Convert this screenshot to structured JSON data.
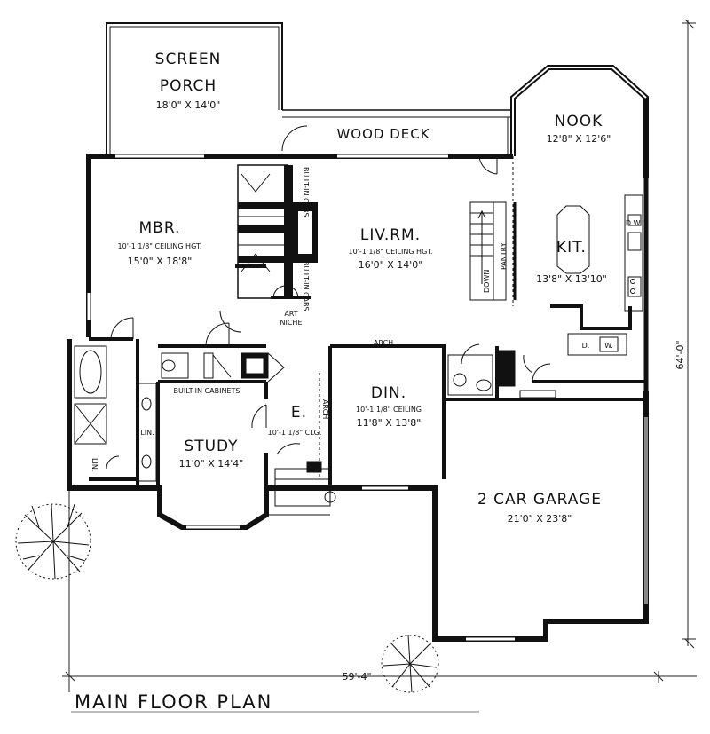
{
  "title": "MAIN FLOOR PLAN",
  "overall_dimensions": {
    "width": "59'-4\"",
    "depth": "64'-0\""
  },
  "rooms": {
    "screen_porch": {
      "name_line1": "SCREEN",
      "name_line2": "PORCH",
      "size": "18'0\" X 14'0\""
    },
    "wood_deck": {
      "name": "WOOD DECK"
    },
    "nook": {
      "name": "NOOK",
      "size": "12'8\" X 12'6\""
    },
    "master_bedroom": {
      "name": "MBR.",
      "ceiling": "10'-1 1/8\" CEILING HGT.",
      "size": "15'0\" X 18'8\""
    },
    "living_room": {
      "name": "LIV.RM.",
      "ceiling": "10'-1 1/8\" CEILING HGT.",
      "size": "16'0\" X 14'0\""
    },
    "kitchen": {
      "name": "KIT.",
      "size": "13'8\" X 13'10\""
    },
    "dining": {
      "name": "DIN.",
      "ceiling": "10'-1 1/8\" CEILING",
      "size": "11'8\" X 13'8\""
    },
    "entry": {
      "name": "E.",
      "ceiling": "10'-1 1/8\" CLG."
    },
    "study": {
      "name": "STUDY",
      "size": "11'0\" X 14'4\""
    },
    "garage": {
      "name": "2 CAR GARAGE",
      "size": "21'0\" X 23'8\""
    }
  },
  "labels": {
    "built_in_cabs_upper": "BUILT-IN CABS",
    "built_in_cabs_lower": "BUILT-IN CABS",
    "art_niche_line1": "ART",
    "art_niche_line2": "NICHE",
    "pantry": "PANTRY",
    "stair_down": "DOWN",
    "arch_dining": "ARCH",
    "arch_entry": "ARCH",
    "built_in_cabinets": "BUILT-IN CABINETS",
    "linen_1": "LIN.",
    "linen_2": "LIN.",
    "dishwasher": "D.W.",
    "dryer": "D.",
    "washer": "W."
  }
}
